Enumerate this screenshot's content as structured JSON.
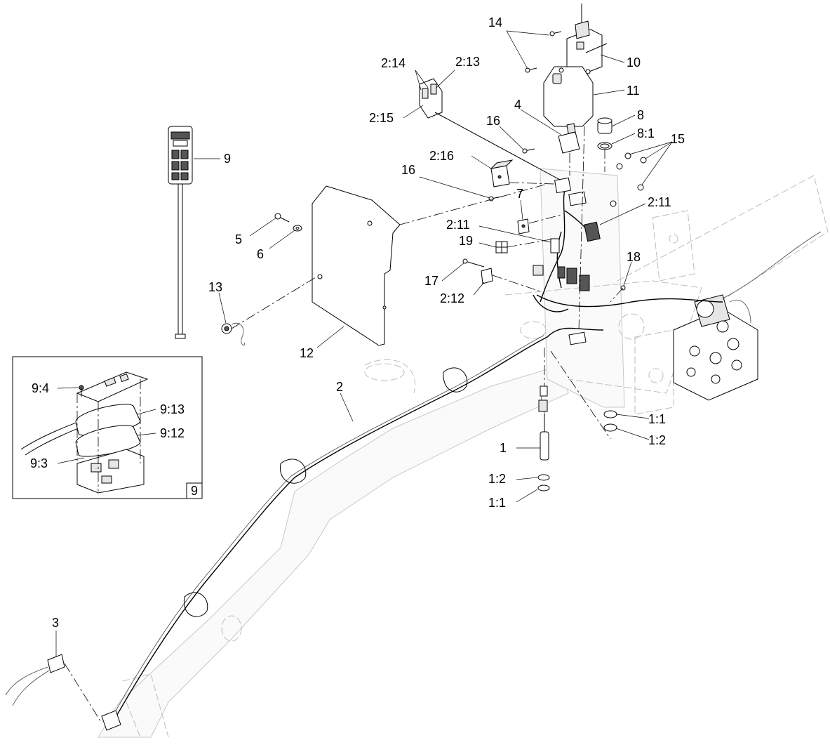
{
  "callouts": {
    "c14": "14",
    "c10": "10",
    "c11": "11",
    "c2_14": "2:14",
    "c2_13": "2:13",
    "c2_15": "2:15",
    "c4": "4",
    "c16a": "16",
    "c8": "8",
    "c8_1": "8:1",
    "c15": "15",
    "c9": "9",
    "c2_16": "2:16",
    "c16b": "16",
    "c7": "7",
    "c2_11a": "2:11",
    "c2_11b": "2:11",
    "c5": "5",
    "c6": "6",
    "c19": "19",
    "c18": "18",
    "c13": "13",
    "c17": "17",
    "c2_12": "2:12",
    "c12": "12",
    "c2": "2",
    "c1_1a": "1:1",
    "c1_2a": "1:2",
    "c1": "1",
    "c1_2b": "1:2",
    "c1_1b": "1:1",
    "c3": "3"
  },
  "inset": {
    "c9_4": "9:4",
    "c9_13": "9:13",
    "c9_12": "9:12",
    "c9_3": "9:3",
    "badge": "9"
  }
}
